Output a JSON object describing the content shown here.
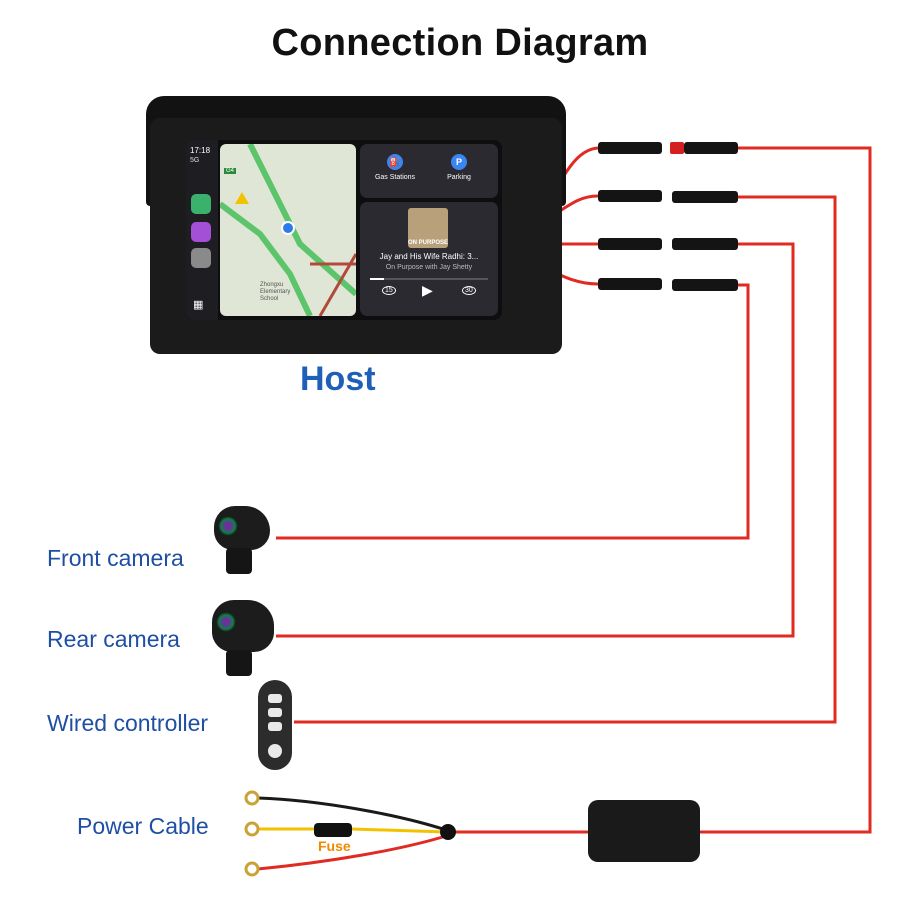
{
  "title": "Connection Diagram",
  "host": {
    "label": "Host",
    "screen": {
      "time": "17:18",
      "network": "5G",
      "map_labels": [
        "G4",
        "Zhongxu",
        "Elementary",
        "School"
      ],
      "widgets": {
        "poi": [
          {
            "label": "Gas Stations",
            "icon": "gas-station-icon"
          },
          {
            "label": "Parking",
            "icon": "parking-icon",
            "glyph": "P"
          }
        ],
        "media": {
          "album_text": "ON PURPOSE",
          "title": "Jay and His Wife Radhi: 3...",
          "subtitle": "On Purpose with Jay Shetty",
          "progress": 0.12,
          "rewind": "15",
          "forward": "30"
        }
      }
    }
  },
  "devices": {
    "front_camera": "Front camera",
    "rear_camera": "Rear camera",
    "wired_controller": "Wired controller",
    "power_cable": "Power Cable",
    "fuse": "Fuse"
  },
  "colors": {
    "wire": "#e02a22",
    "label": "#1f4fa3",
    "host_label": "#1f5fb8",
    "fuse_label": "#f08a00",
    "yellow_wire": "#f2c200"
  }
}
